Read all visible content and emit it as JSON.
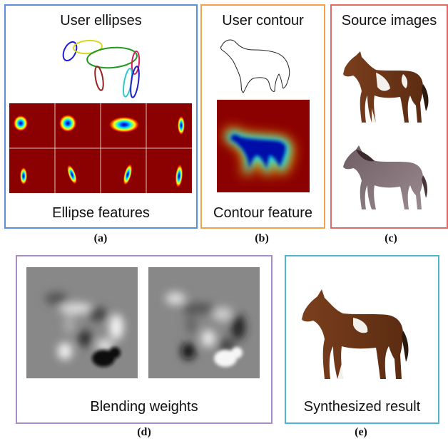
{
  "panels": {
    "a": {
      "title": "User ellipses",
      "subtitle": "Ellipse features",
      "caption": "(a)",
      "border": "#5b8fd6"
    },
    "b": {
      "title": "User contour",
      "subtitle": "Contour feature",
      "caption": "(b)",
      "border": "#f0a24c"
    },
    "c": {
      "title": "Source images",
      "caption": "(c)",
      "border": "#e06a66"
    },
    "d": {
      "title": "Blending weights",
      "caption": "(d)",
      "border": "#a98bc9"
    },
    "e": {
      "title": "Synthesized result",
      "caption": "(e)",
      "border": "#4fb3d6"
    }
  },
  "colors": {
    "heat_bg": "#8b0000",
    "ellipse_strokes": [
      "#1c1cd8",
      "#d8d820",
      "#1f9a1f",
      "#d82060",
      "#9a1f1f",
      "#30c8c8",
      "#2020c8"
    ]
  }
}
